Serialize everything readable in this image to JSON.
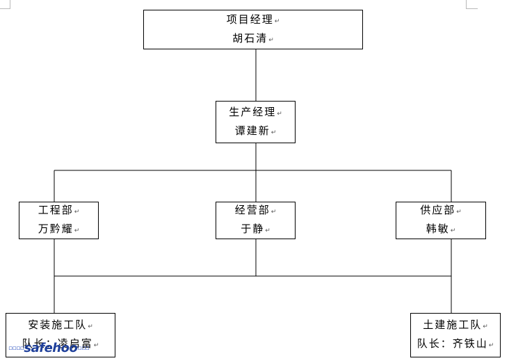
{
  "nodes": [
    {
      "id": "pm",
      "title": "项目经理",
      "person": "胡石清"
    },
    {
      "id": "prod",
      "title": "生产经理",
      "person": "谭建新"
    },
    {
      "id": "eng",
      "title": "工程部",
      "person": "万黔耀"
    },
    {
      "id": "biz",
      "title": "经营部",
      "person": "于静"
    },
    {
      "id": "sup",
      "title": "供应部",
      "person": "韩敏"
    },
    {
      "id": "install",
      "title": "安装施工队",
      "person": "队长：凌启富"
    },
    {
      "id": "civil",
      "title": "土建施工队",
      "person": "队长：齐铁山"
    }
  ],
  "watermark": {
    "dots_left": "▫▫▫▫",
    "text": "safehoo",
    "dots_right": "▫▫▫"
  }
}
